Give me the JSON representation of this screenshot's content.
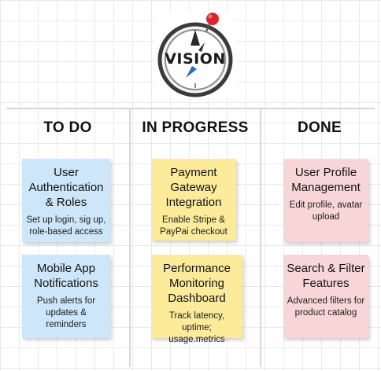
{
  "logo": {
    "text": "VISION",
    "icon": "compass-icon"
  },
  "colors": {
    "todo_note": "#cde6f9",
    "progress_note": "#fbeb9a",
    "done_note": "#f8d6d8",
    "pin": "#d8262c"
  },
  "columns": [
    {
      "title": "TO DO",
      "cards": [
        {
          "title": "User Authentication & Roles",
          "desc": "Set up login, sig up, role-based access"
        },
        {
          "title": "Mobile App Notifications",
          "desc": "Push alerts for updates & reminders"
        }
      ]
    },
    {
      "title": "IN PROGRESS",
      "cards": [
        {
          "title": "Payment Gateway Integration",
          "desc": "Enable Stripe & PayPai checkout"
        },
        {
          "title": "Performance Monitoring Dashboard",
          "desc": "Track latency, uptime; usage.metrics"
        }
      ]
    },
    {
      "title": "DONE",
      "cards": [
        {
          "title": "User Profile Management",
          "desc": "Edit profile, avatar upload"
        },
        {
          "title": "Search & Filter Features",
          "desc": "Advanced filters for product catalog"
        }
      ]
    }
  ]
}
